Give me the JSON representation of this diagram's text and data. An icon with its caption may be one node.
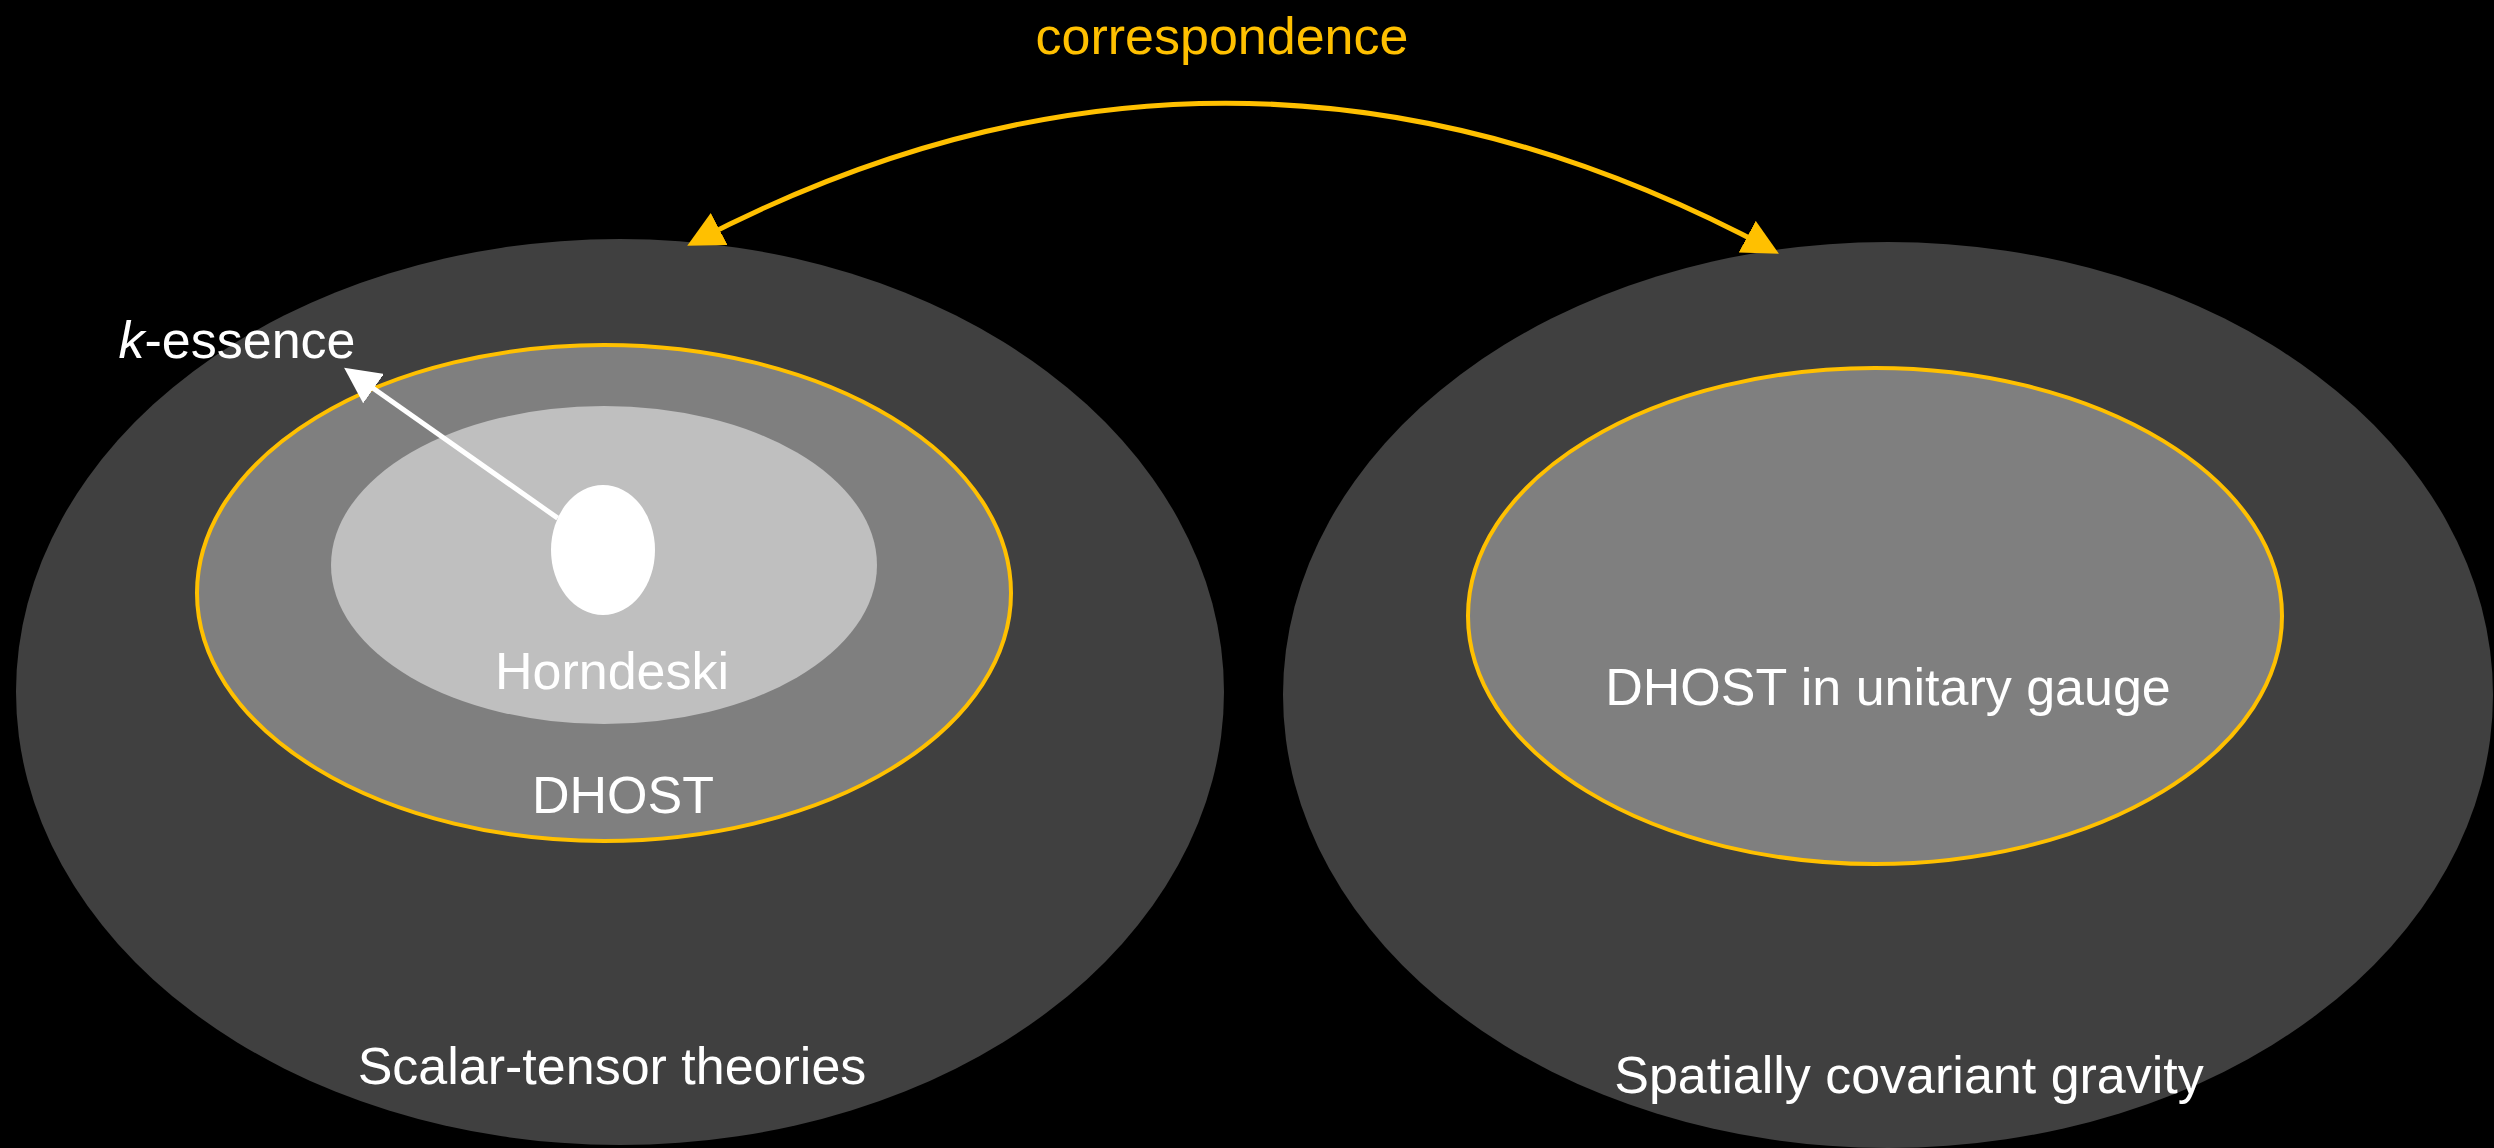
{
  "diagram": {
    "nodes": [
      {
        "text": [
          "Scalar-tensor theories"
        ]
      },
      {
        "text": [
          "DHOST"
        ],
        "in": 0
      },
      {
        "text": [
          "Horndeski"
        ],
        "in": 1
      },
      {
        "text": [],
        "shape": "ellipse",
        "in": 2
      },
      {
        "text": [
          "*k*-essence"
        ]
      },
      {
        "text": [
          "Spatially covariant gravity"
        ]
      },
      {
        "text": [
          "DHOST in unitary gauge"
        ],
        "in": 5
      }
    ],
    "edges": [
      {
        "from": 0,
        "to": 5,
        "arrow": "both",
        "label": "correspondence",
        "color": "#ffc000"
      },
      {
        "from": 3,
        "to": 4,
        "arrow": "to",
        "color": "#ffffff"
      }
    ]
  }
}
